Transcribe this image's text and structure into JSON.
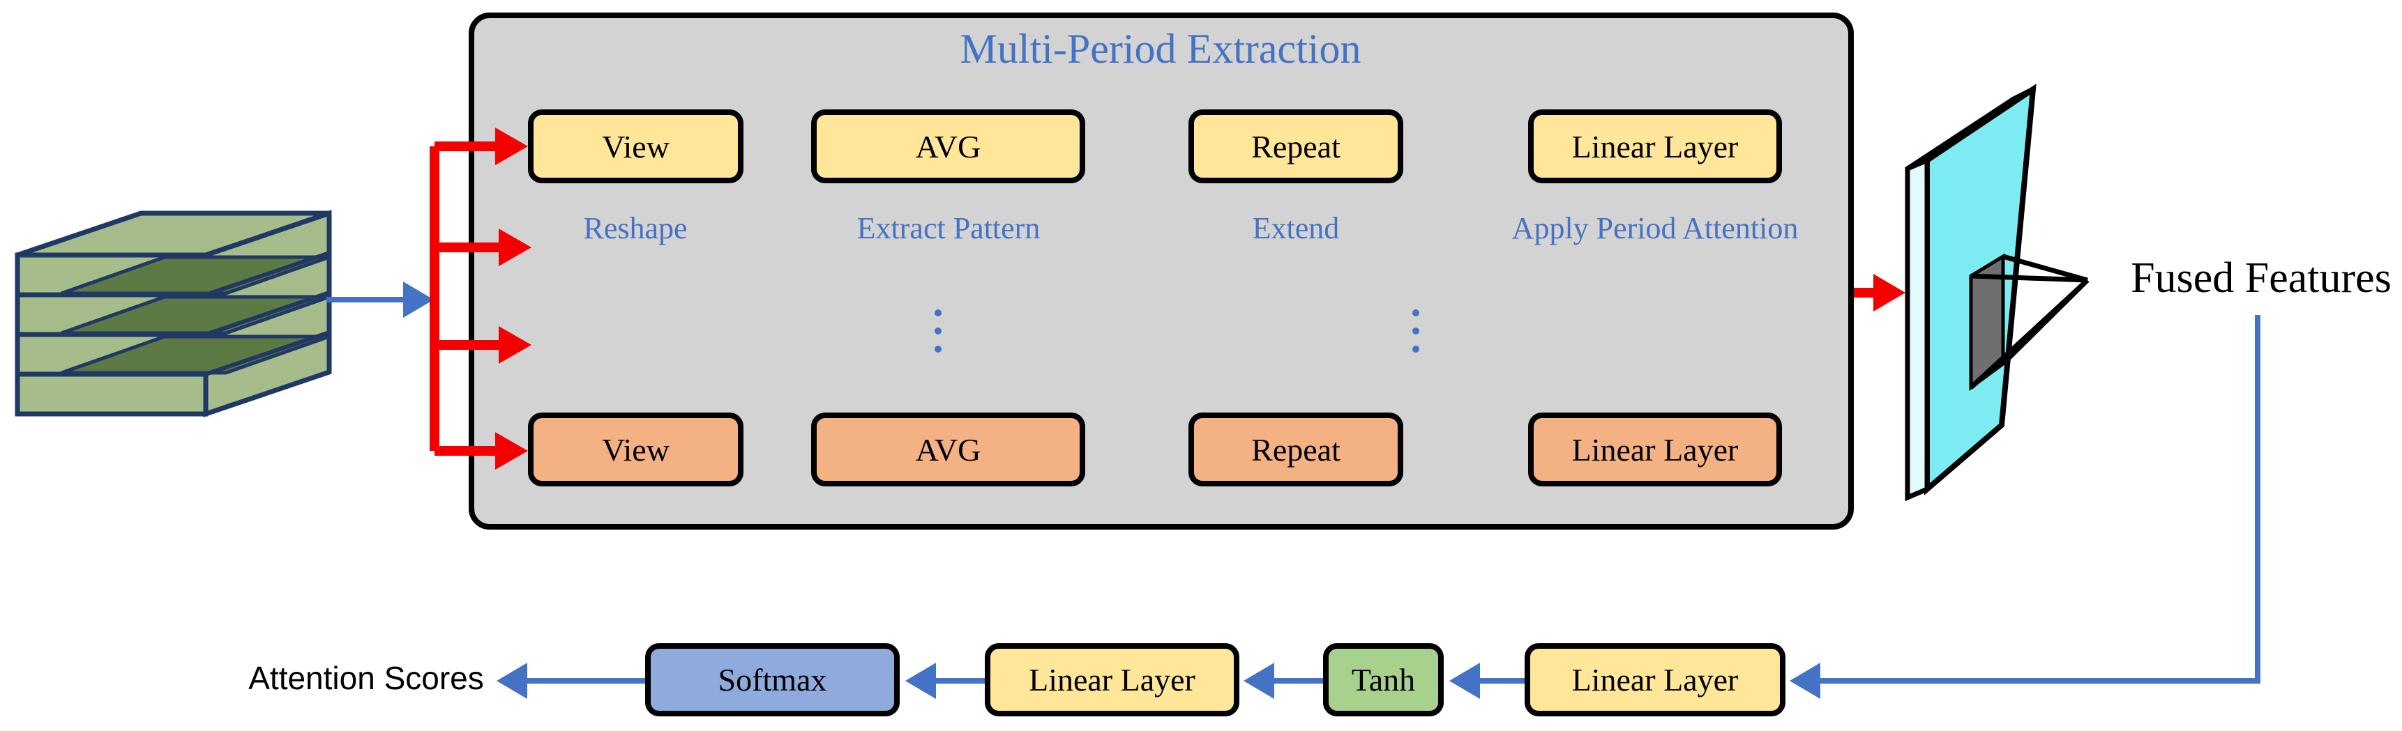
{
  "figure": {
    "title": "Multi-Period Extraction",
    "columns": [
      {
        "top_box": "View",
        "bottom_box": "View",
        "caption": "Reshape"
      },
      {
        "top_box": "AVG",
        "bottom_box": "AVG",
        "caption": "Extract Pattern"
      },
      {
        "top_box": "Repeat",
        "bottom_box": "Repeat",
        "caption": "Extend"
      },
      {
        "top_box": "Linear Layer",
        "bottom_box": "Linear Layer",
        "caption": "Apply Period Attention"
      }
    ],
    "ellipsis": "⋮",
    "fused_label": "Fused Features",
    "attention_flow": {
      "result_label": "Attention Scores",
      "boxes": [
        {
          "label": "Softmax"
        },
        {
          "label": "Linear Layer"
        },
        {
          "label": "Tanh"
        },
        {
          "label": "Linear Layer"
        }
      ]
    },
    "colors": {
      "panel_bg": "#D3D3D3",
      "top_row_fill": "#FFE699",
      "bottom_row_fill": "#F4B183",
      "softmax_fill": "#8FAADC",
      "tanh_fill": "#A9D18E",
      "linear_fill": "#FFE699",
      "accent_blue": "#4472C4",
      "arrow_red": "#F40000",
      "stack_green_light": "#A6BC8B",
      "stack_green_dark": "#5E7A44",
      "stack_border_navy": "#1F3864",
      "panel_cyan": "#7CEBF2",
      "panel_cyan_pale": "#E2FBFD",
      "feature_gray": "#6F6F6F"
    }
  }
}
